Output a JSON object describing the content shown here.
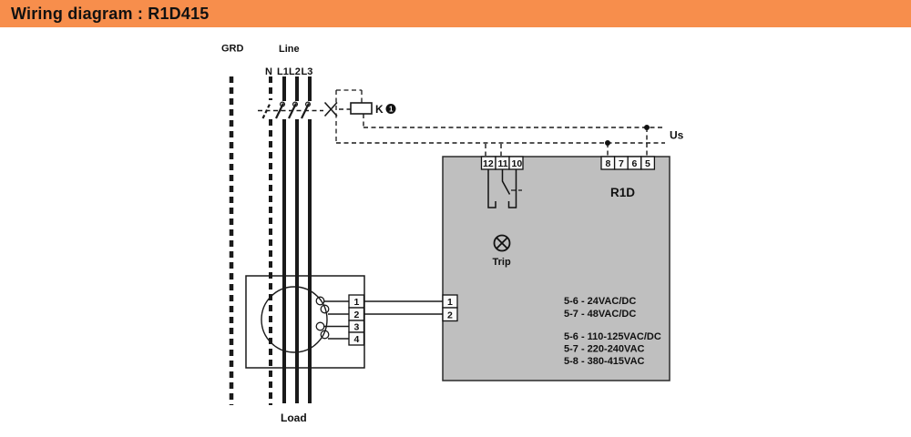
{
  "header": {
    "title": "Wiring diagram : R1D415"
  },
  "labels": {
    "grd": "GRD",
    "line": "Line",
    "wires": [
      "N",
      "L1",
      "L2",
      "L3"
    ],
    "contactor": "K",
    "contactor_note": "1",
    "supply": "Us",
    "device": "R1D",
    "trip": "Trip",
    "load": "Load"
  },
  "terminals": {
    "output_block": [
      "12",
      "11",
      "10"
    ],
    "supply_block": [
      "8",
      "7",
      "6",
      "5"
    ],
    "ct_block": [
      "1",
      "2",
      "3",
      "4"
    ],
    "input_block": [
      "1",
      "2"
    ]
  },
  "voltage_options": {
    "group1": [
      "5-6 - 24VAC/DC",
      "5-7 - 48VAC/DC"
    ],
    "group2": [
      "5-6 - 110-125VAC/DC",
      "5-7 - 220-240VAC",
      "5-8 - 380-415VAC"
    ]
  },
  "colors": {
    "accent_orange": "#F78E4C",
    "device_gray": "#BFBFBF",
    "line_black": "#1A1A1A"
  }
}
